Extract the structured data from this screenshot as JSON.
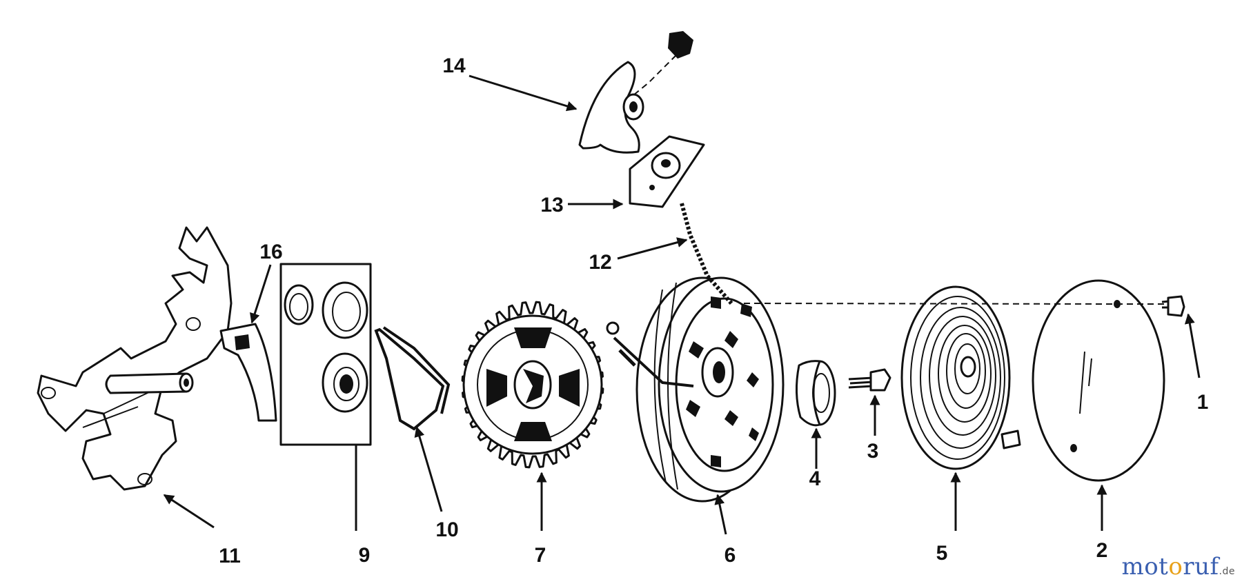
{
  "callouts": {
    "c1": "1",
    "c2": "2",
    "c3": "3",
    "c4": "4",
    "c5": "5",
    "c6": "6",
    "c7": "7",
    "c9": "9",
    "c10": "10",
    "c11": "11",
    "c12": "12",
    "c13": "13",
    "c14": "14",
    "c16": "16"
  },
  "watermark": {
    "part_a": "mot",
    "part_b": "o",
    "part_c": "ruf",
    "part_d": ".de"
  },
  "colors": {
    "ink": "#111111",
    "watermark_blue": "#3a5fb0",
    "watermark_orange": "#e8a11a"
  }
}
